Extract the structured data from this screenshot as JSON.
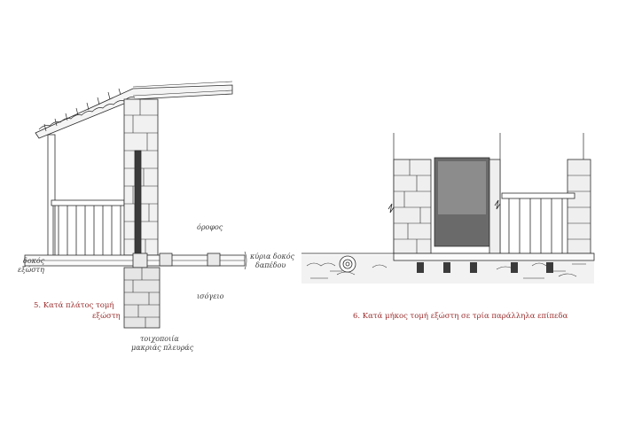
{
  "figure5": {
    "caption_line1": "5. Κατά πλάτος τομή",
    "caption_line2": "εξώστη",
    "labels": {
      "upper_floor": "όροφος",
      "beam_left_line1": "δοκός",
      "beam_left_line2": "εξώστη",
      "beam_right_line1": "κύρια δοκός",
      "beam_right_line2": "δαπέδου",
      "ground_floor": "ισόγειο",
      "wall_line1": "τοιχοποιία",
      "wall_line2": "μακριάς πλευράς"
    }
  },
  "figure6": {
    "caption": "6. Κατά μήκος τομή εξώστη σε τρία παράλληλα επίπεδα"
  },
  "colors": {
    "ink": "#2b2b2b",
    "caption": "#9a2a2a"
  }
}
